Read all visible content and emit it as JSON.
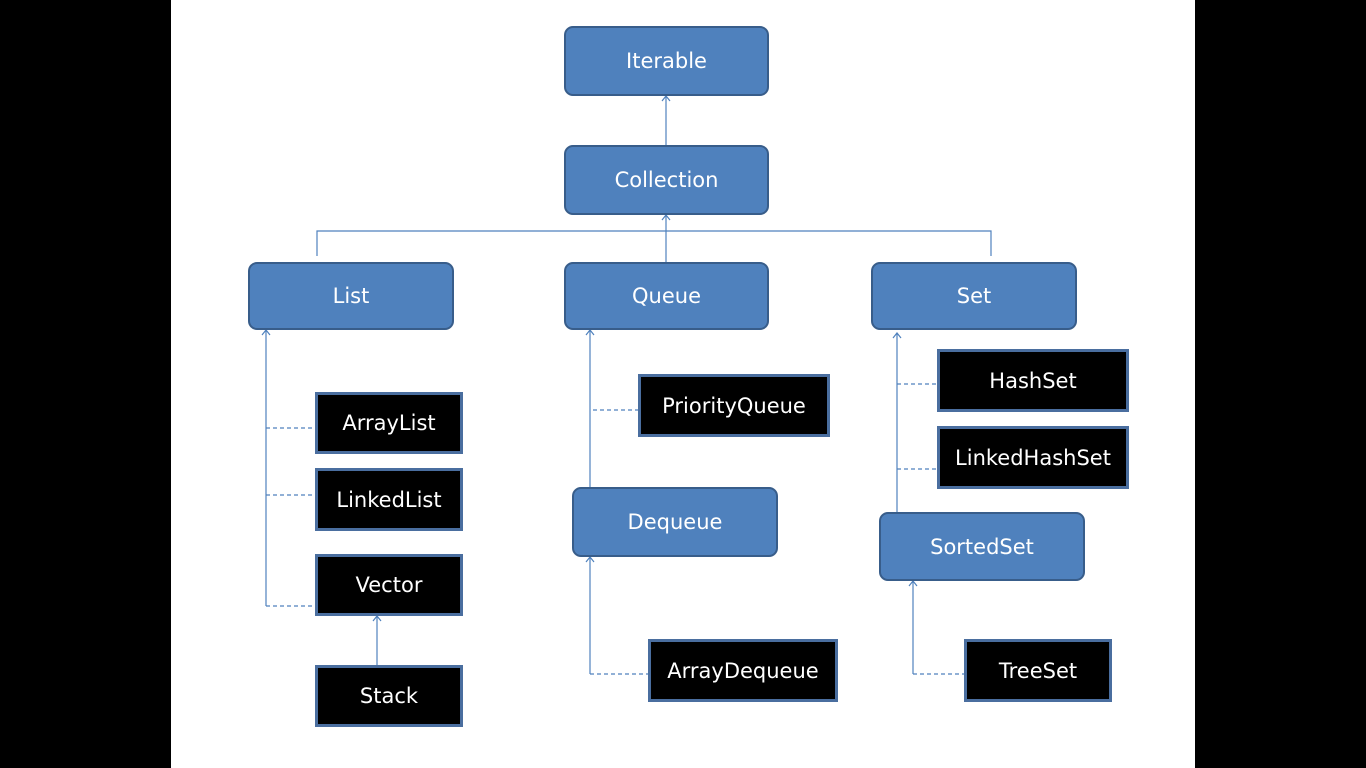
{
  "diagram": {
    "nodes": {
      "iterable": "Iterable",
      "collection": "Collection",
      "list": "List",
      "queue": "Queue",
      "set": "Set",
      "arraylist": "ArrayList",
      "linkedlist": "LinkedList",
      "vector": "Vector",
      "stack": "Stack",
      "priorityqueue": "PriorityQueue",
      "dequeue": "Dequeue",
      "arraydequeue": "ArrayDequeue",
      "hashset": "HashSet",
      "linkedhashset": "LinkedHashSet",
      "sortedset": "SortedSet",
      "treeset": "TreeSet"
    },
    "node_kinds": {
      "interface": [
        "iterable",
        "collection",
        "list",
        "queue",
        "set",
        "dequeue",
        "sortedset"
      ],
      "class": [
        "arraylist",
        "linkedlist",
        "vector",
        "stack",
        "priorityqueue",
        "arraydequeue",
        "hashset",
        "linkedhashset",
        "treeset"
      ]
    },
    "edges": [
      {
        "from": "collection",
        "to": "iterable",
        "style": "solid"
      },
      {
        "from": "list",
        "to": "collection",
        "style": "solid"
      },
      {
        "from": "queue",
        "to": "collection",
        "style": "solid"
      },
      {
        "from": "set",
        "to": "collection",
        "style": "solid"
      },
      {
        "from": "arraylist",
        "to": "list",
        "style": "dashed"
      },
      {
        "from": "linkedlist",
        "to": "list",
        "style": "dashed"
      },
      {
        "from": "vector",
        "to": "list",
        "style": "dashed"
      },
      {
        "from": "stack",
        "to": "vector",
        "style": "solid"
      },
      {
        "from": "priorityqueue",
        "to": "queue",
        "style": "dashed"
      },
      {
        "from": "dequeue",
        "to": "queue",
        "style": "solid"
      },
      {
        "from": "arraydequeue",
        "to": "dequeue",
        "style": "dashed"
      },
      {
        "from": "hashset",
        "to": "set",
        "style": "dashed"
      },
      {
        "from": "linkedhashset",
        "to": "set",
        "style": "dashed"
      },
      {
        "from": "sortedset",
        "to": "set",
        "style": "solid"
      },
      {
        "from": "treeset",
        "to": "sortedset",
        "style": "dashed"
      }
    ],
    "colors": {
      "interface_fill": "#4f81bd",
      "interface_border": "#385d8a",
      "class_fill": "#000000",
      "class_border": "#4a6e9f",
      "connector": "#4f81bd",
      "slide_background": "#ffffff",
      "letterbox": "#000000"
    }
  }
}
